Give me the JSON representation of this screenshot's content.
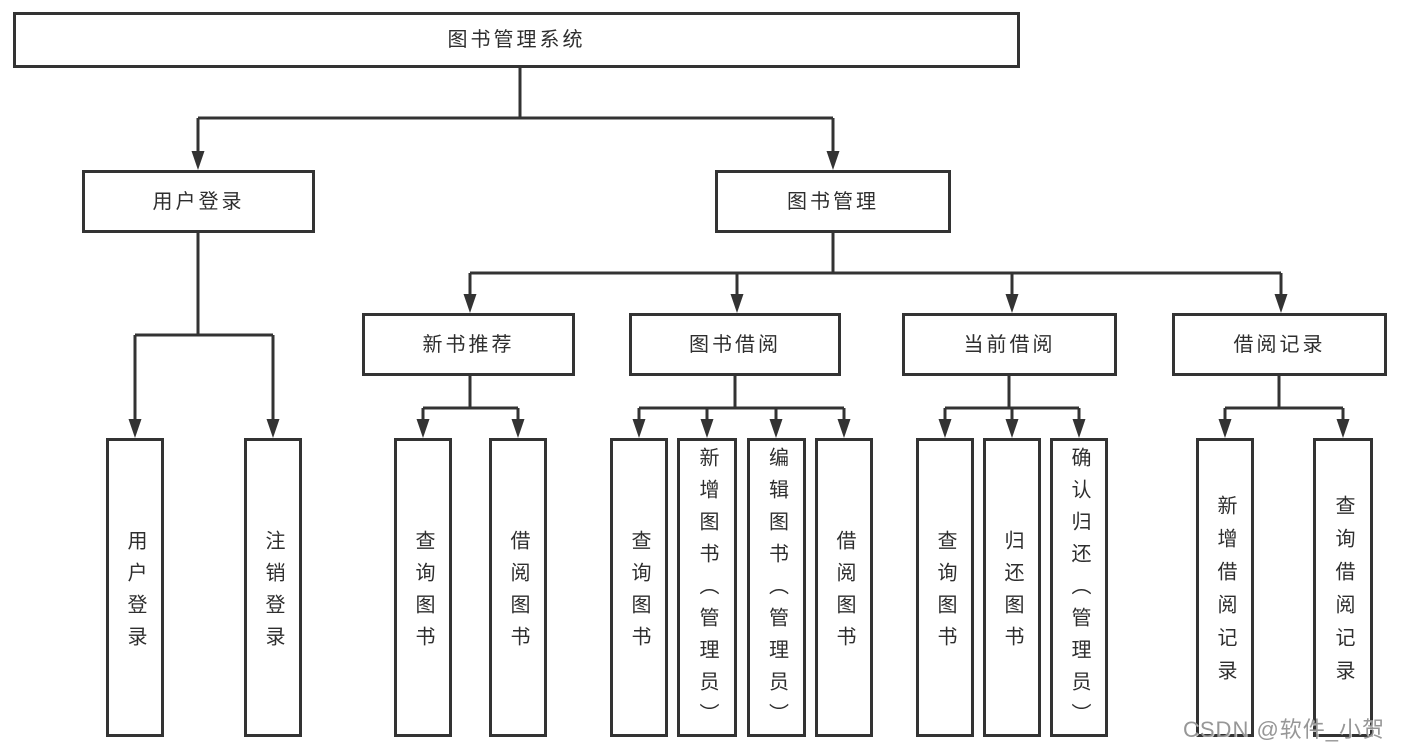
{
  "diagram": {
    "type": "org-hierarchy-tree",
    "root": "图书管理系统",
    "level2": {
      "user_login": "用户登录",
      "book_mgmt": "图书管理"
    },
    "level3": {
      "new_books": "新书推荐",
      "book_borrow": "图书借阅",
      "current_borrow": "当前借阅",
      "borrow_records": "借阅记录"
    },
    "leaves": [
      {
        "id": "user-login",
        "parent": "用户登录",
        "label": "用户登录"
      },
      {
        "id": "logout",
        "parent": "用户登录",
        "label": "注销登录"
      },
      {
        "id": "query-books-1",
        "parent": "新书推荐",
        "label": "查询图书"
      },
      {
        "id": "borrow-books-1",
        "parent": "新书推荐",
        "label": "借阅图书"
      },
      {
        "id": "query-books-2",
        "parent": "图书借阅",
        "label": "查询图书"
      },
      {
        "id": "add-book-admin",
        "parent": "图书借阅",
        "label": "新增图书（管理员）"
      },
      {
        "id": "edit-book-admin",
        "parent": "图书借阅",
        "label": "编辑图书（管理员）"
      },
      {
        "id": "borrow-books-2",
        "parent": "图书借阅",
        "label": "借阅图书"
      },
      {
        "id": "query-books-3",
        "parent": "当前借阅",
        "label": "查询图书"
      },
      {
        "id": "return-book",
        "parent": "当前借阅",
        "label": "归还图书"
      },
      {
        "id": "confirm-return-admin",
        "parent": "当前借阅",
        "label": "确认归还（管理员）"
      },
      {
        "id": "add-borrow-record",
        "parent": "借阅记录",
        "label": "新增借阅记录"
      },
      {
        "id": "query-borrow-record",
        "parent": "借阅记录",
        "label": "查询借阅记录"
      }
    ]
  },
  "watermark": "CSDN @软件_小贺同学",
  "colors": {
    "line": "#333333",
    "box_border": "#333333",
    "text": "#2e2e2e",
    "watermark": "#919191",
    "background": "#ffffff"
  }
}
